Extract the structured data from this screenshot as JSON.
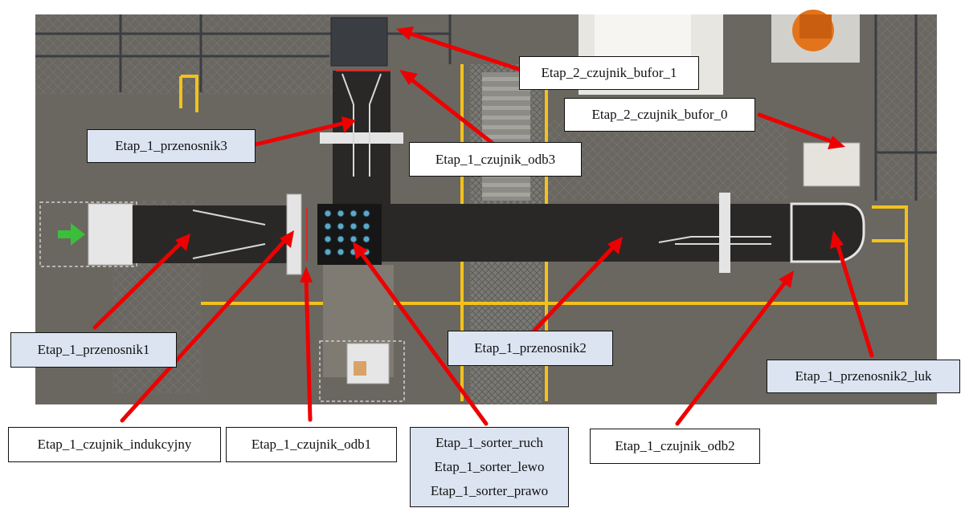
{
  "labels": {
    "etap2_czujnik_bufor_1": "Etap_2_czujnik_bufor_1",
    "etap2_czujnik_bufor_0": "Etap_2_czujnik_bufor_0",
    "etap1_przenosnik3": "Etap_1_przenosnik3",
    "etap1_czujnik_odb3": "Etap_1_czujnik_odb3",
    "etap1_przenosnik1": "Etap_1_przenosnik1",
    "etap1_przenosnik2": "Etap_1_przenosnik2",
    "etap1_przenosnik2_luk": "Etap_1_przenosnik2_luk",
    "etap1_czujnik_indukcyjny": "Etap_1_czujnik_indukcyjny",
    "etap1_czujnik_odb1": "Etap_1_czujnik_odb1",
    "etap1_czujnik_odb2": "Etap_1_czujnik_odb2",
    "sorter": [
      "Etap_1_sorter_ruch",
      "Etap_1_sorter_lewo",
      "Etap_1_sorter_prawo"
    ]
  },
  "colors": {
    "arrow": "#ee0000",
    "floor": "#6f6c66",
    "belt": "#2a2826",
    "rail": "#f2c21b",
    "label_blue": "#dbe4f0"
  }
}
